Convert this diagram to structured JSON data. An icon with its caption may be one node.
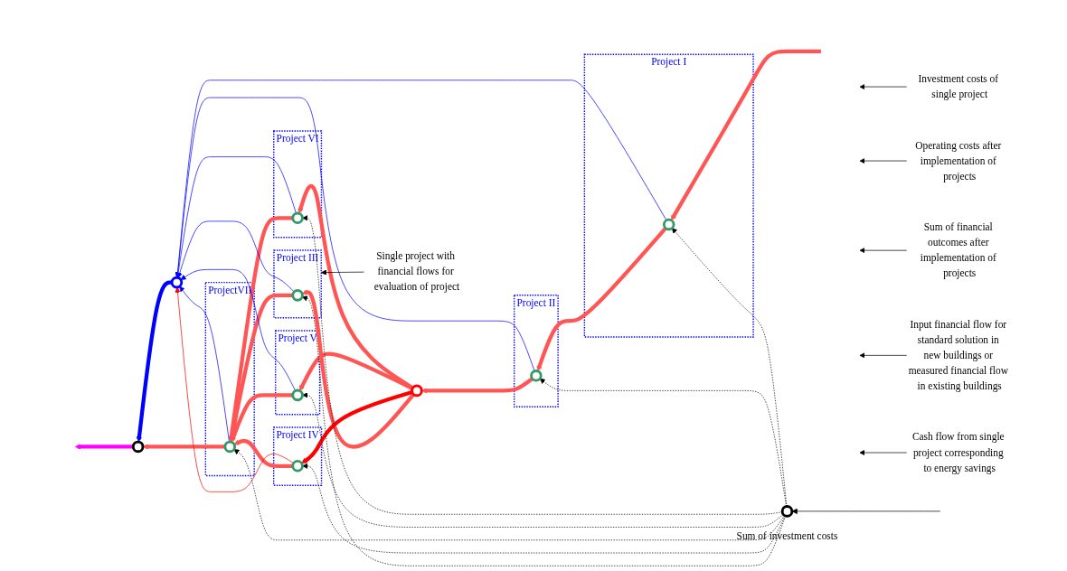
{
  "diagram": {
    "nodes": [
      {
        "text": [
          "Project III"
        ]
      },
      {
        "text": [],
        "shape": "circle",
        "in": 0
      },
      {
        "text": [
          "Project IV"
        ]
      },
      {
        "text": [],
        "shape": "circle",
        "in": 2
      },
      {
        "text": [
          "ProjectVII"
        ]
      },
      {
        "text": [],
        "shape": "circle",
        "in": 4
      },
      {
        "text": [
          "Project V"
        ]
      },
      {
        "text": [],
        "shape": "circle",
        "in": 6
      },
      {
        "text": [
          "Project VI"
        ]
      },
      {
        "text": [],
        "shape": "circle",
        "in": 8
      },
      {
        "text": [
          "Project II"
        ]
      },
      {
        "text": [],
        "shape": "circle",
        "in": 10
      },
      {
        "text": [
          "Project I"
        ]
      },
      {
        "text": [],
        "shape": "circle",
        "in": 12
      },
      {
        "text": [],
        "shape": "circle",
        "beside": [
          "Sum of investment costs"
        ]
      },
      {
        "text": [],
        "shape": "circle"
      },
      {
        "text": [],
        "shape": "circle"
      },
      {
        "text": [],
        "shape": "circle"
      },
      {
        "text": [
          "Single project with financial flows for evaluation of project"
        ]
      },
      {
        "text": [
          "Investment costs of single project"
        ]
      },
      {
        "text": [
          "Operating costs after implementation of projects"
        ]
      },
      {
        "text": [
          "Sum of financial outcomes after implementation of projects"
        ]
      },
      {
        "text": [
          "Input financial flow for standard solution in new buildings or measured financial flow in existing buildings"
        ]
      },
      {
        "text": [
          "Cash flow from single project corresponding to energy savings"
        ]
      }
    ],
    "edges": [
      {
        "from": null,
        "to": 13,
        "arrow": "to",
        "style": "thick",
        "color": "#ff5555"
      },
      {
        "from": 13,
        "to": 11,
        "arrow": "to",
        "style": "thick",
        "color": "#ff5555"
      },
      {
        "from": 11,
        "to": 15,
        "arrow": "to",
        "style": "thick",
        "color": "#ff5555"
      },
      {
        "from": 15,
        "to": 1,
        "arrow": "to",
        "style": "thick",
        "color": "#ff5555"
      },
      {
        "from": 15,
        "to": 3,
        "arrow": "to",
        "style": "thick",
        "color": "#ff0000"
      },
      {
        "from": 15,
        "to": 7,
        "arrow": "to",
        "style": "thick",
        "color": "#ff5555"
      },
      {
        "from": 15,
        "to": 9,
        "arrow": "to",
        "style": "thick",
        "color": "#ff5555"
      },
      {
        "from": 1,
        "to": 5,
        "arrow": "to",
        "style": "thick",
        "color": "#ff5555"
      },
      {
        "from": 3,
        "to": 5,
        "arrow": "to",
        "style": "thick",
        "color": "#ff5555"
      },
      {
        "from": 7,
        "to": 5,
        "arrow": "to",
        "style": "thick",
        "color": "#ff5555"
      },
      {
        "from": 9,
        "to": 5,
        "arrow": "to",
        "style": "thick",
        "color": "#ff5555"
      },
      {
        "from": 5,
        "to": 16,
        "arrow": "to",
        "style": "thick",
        "color": "#ff5555"
      },
      {
        "from": 16,
        "to": null,
        "arrow": "to",
        "style": "thick",
        "color": "#ff00ff"
      },
      {
        "from": 17,
        "to": 16,
        "arrow": "to",
        "style": "thick",
        "color": "#0000ff"
      },
      {
        "from": 5,
        "to": 17,
        "arrow": "to",
        "color": "#0000ff"
      },
      {
        "from": 1,
        "to": 17,
        "arrow": "to",
        "color": "#0000ff"
      },
      {
        "from": 3,
        "to": 17,
        "arrow": "to",
        "color": "#ff0000"
      },
      {
        "from": 7,
        "to": 17,
        "arrow": "to",
        "color": "#0000ff"
      },
      {
        "from": 9,
        "to": 17,
        "arrow": "to",
        "color": "#0000ff"
      },
      {
        "from": 11,
        "to": 17,
        "arrow": "to",
        "color": "#0000ff"
      },
      {
        "from": 13,
        "to": 17,
        "arrow": "to",
        "color": "#0000ff"
      },
      {
        "from": null,
        "to": 14,
        "arrow": "to"
      },
      {
        "from": 14,
        "to": 1,
        "arrow": "to",
        "style": "dashed"
      },
      {
        "from": 14,
        "to": 3,
        "arrow": "to",
        "style": "dashed"
      },
      {
        "from": 14,
        "to": 5,
        "arrow": "to",
        "style": "dashed"
      },
      {
        "from": 14,
        "to": 7,
        "arrow": "to",
        "style": "dashed"
      },
      {
        "from": 14,
        "to": 9,
        "arrow": "to",
        "style": "dashed"
      },
      {
        "from": 14,
        "to": 11,
        "arrow": "to",
        "style": "dashed"
      },
      {
        "from": 14,
        "to": 13,
        "arrow": "to",
        "style": "dashed"
      },
      {
        "from": 18,
        "to": 0,
        "arrow": "to"
      },
      {
        "from": 19,
        "to": null,
        "arrow": "to"
      },
      {
        "from": 20,
        "to": null,
        "arrow": "to"
      },
      {
        "from": 21,
        "to": null,
        "arrow": "to"
      },
      {
        "from": 22,
        "to": null,
        "arrow": "to"
      },
      {
        "from": 23,
        "to": null,
        "arrow": "to"
      }
    ]
  }
}
